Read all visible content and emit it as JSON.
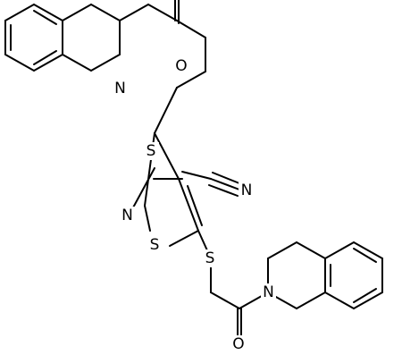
{
  "diagram": {
    "type": "chemical-structure",
    "atom_labels": {
      "n_top": "N",
      "o_top": "O",
      "s_top": "S",
      "n_nitrile": "N",
      "n_ring": "N",
      "s_ring": "S",
      "s_bottom": "S",
      "n_bottom": "N",
      "o_bottom": "O"
    },
    "colors": {
      "bond": "#000000",
      "background": "#ffffff"
    }
  }
}
